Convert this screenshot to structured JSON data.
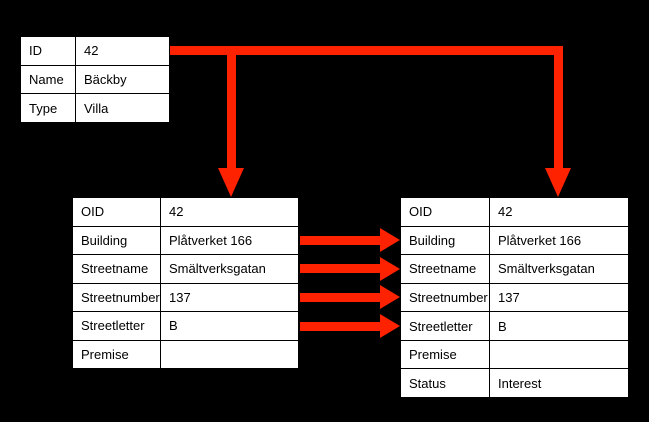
{
  "diagram": {
    "type": "record-link-diagram",
    "background_color": "#000000",
    "accent_color": "#FF2200",
    "table_background_color": "#FFFFFF",
    "tables": {
      "estate": {
        "rows": [
          {
            "label": "ID",
            "value": "42"
          },
          {
            "label": "Name",
            "value": "Bäckby"
          },
          {
            "label": "Type",
            "value": "Villa"
          }
        ]
      },
      "address_left": {
        "rows": [
          {
            "label": "OID",
            "value": "42"
          },
          {
            "label": "Building",
            "value": "Plåtverket 166"
          },
          {
            "label": "Streetname",
            "value": "Smältverksgatan"
          },
          {
            "label": "Streetnumber",
            "value": "137"
          },
          {
            "label": "Streetletter",
            "value": "B"
          },
          {
            "label": "Premise",
            "value": ""
          }
        ]
      },
      "address_right": {
        "rows": [
          {
            "label": "OID",
            "value": "42"
          },
          {
            "label": "Building",
            "value": "Plåtverket 166"
          },
          {
            "label": "Streetname",
            "value": "Smältverksgatan"
          },
          {
            "label": "Streetnumber",
            "value": "137"
          },
          {
            "label": "Streetletter",
            "value": "B"
          },
          {
            "label": "Premise",
            "value": ""
          },
          {
            "label": "Status",
            "value": "Interest"
          }
        ]
      }
    },
    "connectors": [
      {
        "name": "id-to-left-oid",
        "from": "estate.ID",
        "to": "address_left.OID",
        "style": "elbow-down-arrow"
      },
      {
        "name": "id-to-right-oid",
        "from": "estate.ID",
        "to": "address_right.OID",
        "style": "elbow-down-arrow"
      },
      {
        "name": "building-link",
        "from": "address_left.Building",
        "to": "address_right.Building",
        "style": "straight-right-arrow"
      },
      {
        "name": "streetname-link",
        "from": "address_left.Streetname",
        "to": "address_right.Streetname",
        "style": "straight-right-arrow"
      },
      {
        "name": "streetnumber-link",
        "from": "address_left.Streetnumber",
        "to": "address_right.Streetnumber",
        "style": "straight-right-arrow"
      },
      {
        "name": "streetletter-link",
        "from": "address_left.Streetletter",
        "to": "address_right.Streetletter",
        "style": "straight-right-arrow"
      }
    ]
  }
}
